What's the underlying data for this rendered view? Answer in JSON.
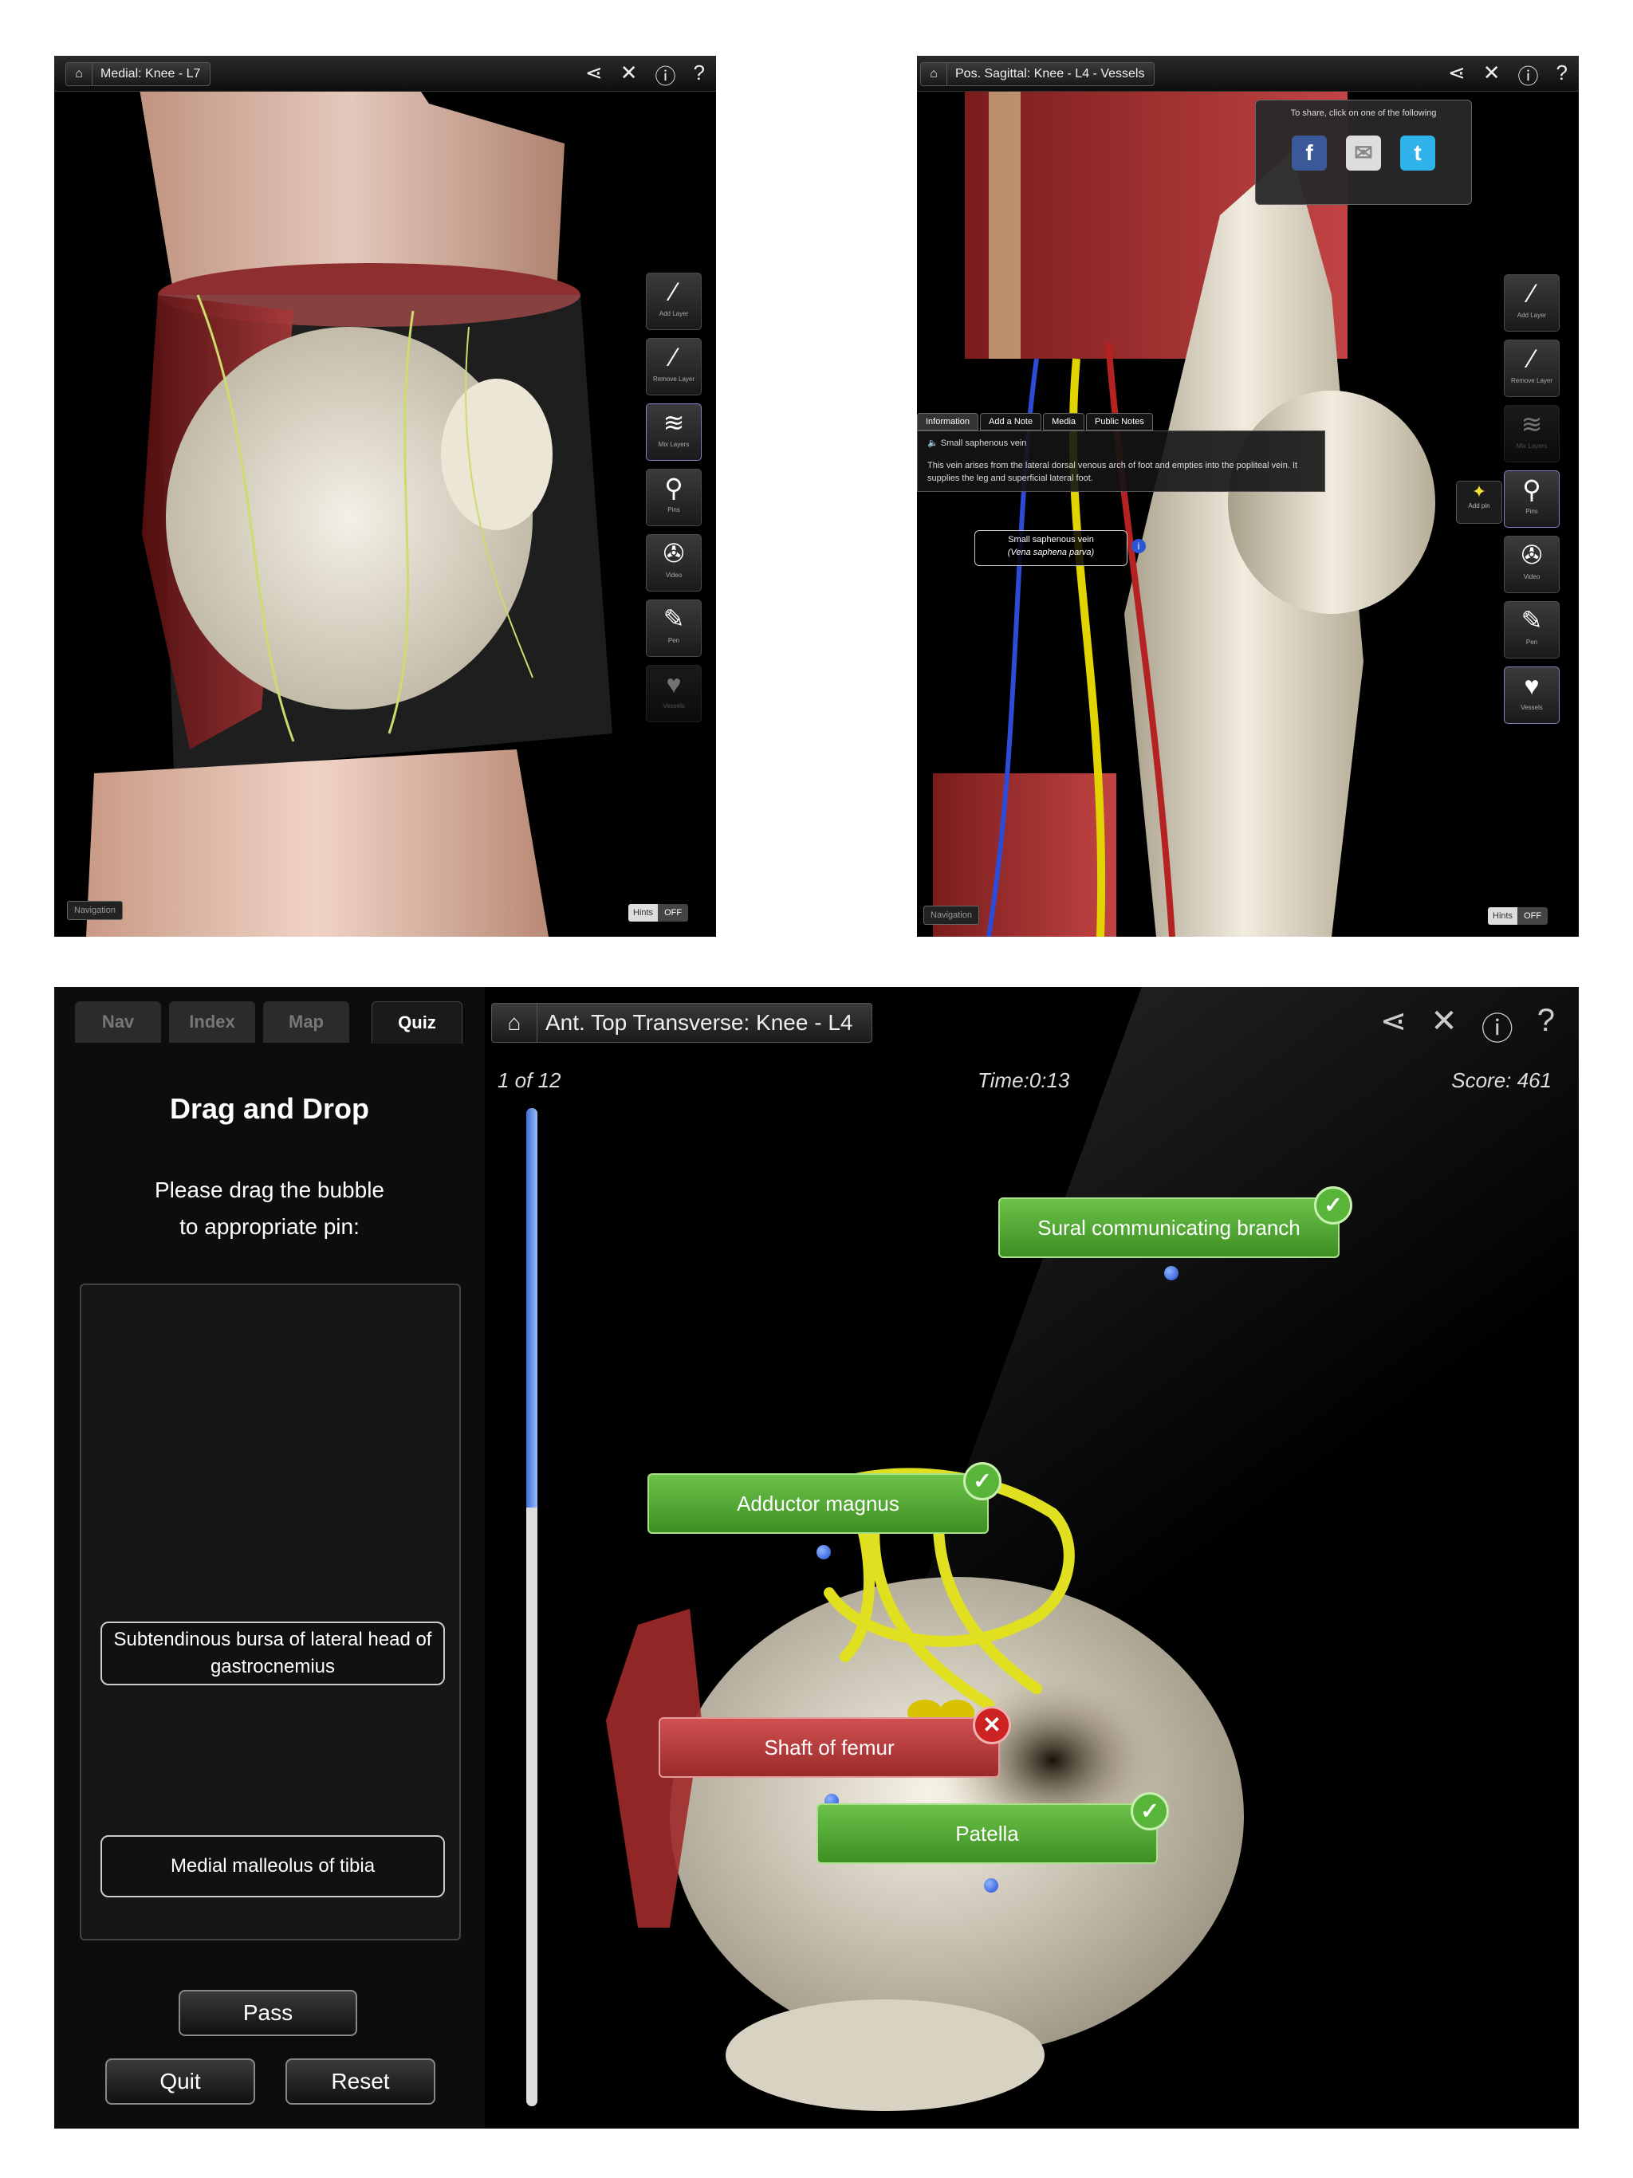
{
  "screen1": {
    "breadcrumb": "Medial: Knee - L7",
    "tools": [
      {
        "label": "Add Layer",
        "icon": "wand-plus-icon",
        "glyph": "⁄"
      },
      {
        "label": "Remove Layer",
        "icon": "wand-minus-icon",
        "glyph": "⁄"
      },
      {
        "label": "Mix Layers",
        "icon": "layers-icon",
        "glyph": "≋"
      },
      {
        "label": "Pins",
        "icon": "pin-icon",
        "glyph": "⚲"
      },
      {
        "label": "Video",
        "icon": "film-reel-icon",
        "glyph": "✇"
      },
      {
        "label": "Pen",
        "icon": "pen-icon",
        "glyph": "✎"
      },
      {
        "label": "Vessels",
        "icon": "heart-icon",
        "glyph": "♥"
      }
    ],
    "navigation": "Navigation",
    "hints_label": "Hints",
    "hints_value": "OFF"
  },
  "screen2": {
    "breadcrumb": "Pos. Sagittal: Knee - L4 - Vessels",
    "share_text": "To share, click on one of the following",
    "share_buttons": [
      {
        "name": "facebook",
        "glyph": "f",
        "color": "#3b5998"
      },
      {
        "name": "email",
        "glyph": "✉",
        "color": "#dddddd"
      },
      {
        "name": "twitter",
        "glyph": "t",
        "color": "#2fb2ea"
      }
    ],
    "info_tabs": [
      "Information",
      "Add a Note",
      "Media",
      "Public Notes"
    ],
    "info_title": "Small saphenous vein",
    "info_body": "This vein arises from the lateral dorsal venous arch of foot and empties into the popliteal vein. It supplies the leg and superficial lateral foot.",
    "pin_label_line1": "Small saphenous vein",
    "pin_label_line2": "(Vena saphena parva)",
    "add_pin": "Add pin",
    "tools": [
      {
        "label": "Add Layer",
        "icon": "wand-plus-icon",
        "glyph": "⁄"
      },
      {
        "label": "Remove Layer",
        "icon": "wand-minus-icon",
        "glyph": "⁄"
      },
      {
        "label": "Mix Layers",
        "icon": "layers-icon",
        "glyph": "≋"
      },
      {
        "label": "Pins",
        "icon": "pin-icon",
        "glyph": "⚲"
      },
      {
        "label": "Video",
        "icon": "film-reel-icon",
        "glyph": "✇"
      },
      {
        "label": "Pen",
        "icon": "pen-icon",
        "glyph": "✎"
      },
      {
        "label": "Vessels",
        "icon": "heart-icon",
        "glyph": "♥"
      }
    ],
    "navigation": "Navigation",
    "hints_label": "Hints",
    "hints_value": "OFF"
  },
  "screen3": {
    "tabs": [
      "Nav",
      "Index",
      "Map",
      "Quiz"
    ],
    "breadcrumb": "Ant. Top Transverse: Knee - L4",
    "progress": "1 of 12",
    "progress_fraction": 0.4,
    "time": "Time:0:13",
    "score": "Score: 461",
    "panel_title": "Drag and Drop",
    "instructions_line1": "Please drag the bubble",
    "instructions_line2": "to appropriate pin:",
    "bubbles": [
      "Subtendinous bursa of lateral head of gastrocnemius",
      "Medial malleolus of tibia"
    ],
    "buttons": {
      "pass": "Pass",
      "quit": "Quit",
      "reset": "Reset"
    },
    "labels": [
      {
        "text": "Sural communicating branch",
        "status": "correct"
      },
      {
        "text": "Adductor magnus",
        "status": "correct"
      },
      {
        "text": "Shaft of femur",
        "status": "wrong"
      },
      {
        "text": "Patella",
        "status": "correct"
      }
    ]
  }
}
